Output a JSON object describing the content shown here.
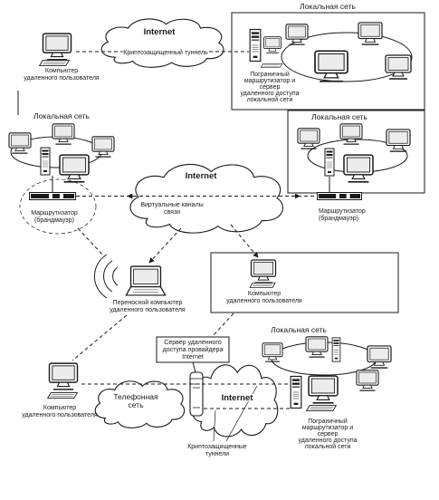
{
  "colors": {
    "line": "#1a1a1a",
    "background": "#ffffff"
  },
  "top": {
    "remote_pc_label": [
      "Компьютер",
      "удаленного пользователя"
    ],
    "cloud_label": "Internet",
    "tunnel_label": "Криптозащищенный туннель",
    "lan_label": "Локальная сеть",
    "border_server_label": [
      "Пограничный",
      "маршрутизатор и",
      "сервер",
      "удаленного доступа",
      "локальной сети"
    ]
  },
  "middle": {
    "left_lan_label": "Локальная сеть",
    "right_lan_label": "Локальная сеть",
    "cloud_label": "Internet",
    "channels_label": [
      "Виртуальные каналы",
      "связи"
    ],
    "left_router_label": [
      "Маршрутизатор",
      "(брандмауэр)"
    ],
    "right_router_label": [
      "Маршрутизатор",
      "(брандмауэр)"
    ],
    "laptop_label": [
      "Переносной компьютер",
      "удаленного пользователя"
    ],
    "remote_pc_label": [
      "Компьютер",
      "удаленного пользователя"
    ]
  },
  "bottom": {
    "lan_label": "Локальная сеть",
    "isp_server_label": [
      "Сервер удаленного",
      "доступа провайдера",
      "Internet"
    ],
    "phone_cloud_label": [
      "Телефонная",
      "сеть"
    ],
    "cloud_label": "Internet",
    "remote_pc_label": [
      "Компьютер",
      "удаленного пользователя"
    ],
    "border_server_label": [
      "Пограничный",
      "маршрутизатор и",
      "сервер",
      "удаленного доступа",
      "локальной сети"
    ],
    "tunnels_label": [
      "Криптозащищенные",
      "туннели"
    ]
  }
}
